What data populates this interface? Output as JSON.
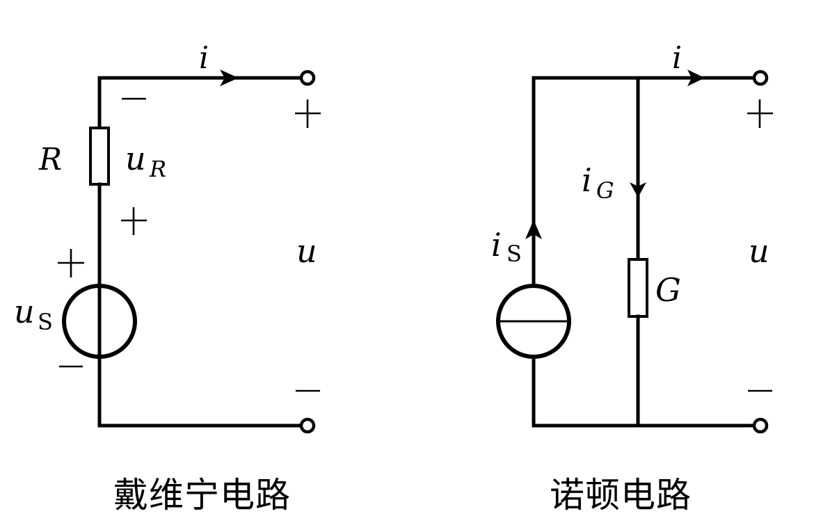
{
  "thevenin": {
    "caption": "戴维宁电路",
    "current_label": "i",
    "resistor_label": "R",
    "resistor_voltage_main": "u",
    "resistor_voltage_sub": "R",
    "source_label_main": "u",
    "source_label_sub": "S",
    "port_voltage_label": "u",
    "plus_sign": "+",
    "minus_sign": "−"
  },
  "norton": {
    "caption": "诺顿电路",
    "current_label": "i",
    "conductance_current_main": "i",
    "conductance_current_sub": "G",
    "conductance_label": "G",
    "source_label_main": "i",
    "source_label_sub": "S",
    "port_voltage_label": "u",
    "plus_sign": "+",
    "minus_sign": "−"
  },
  "colors": {
    "ink": "#000000",
    "background": "#ffffff"
  }
}
